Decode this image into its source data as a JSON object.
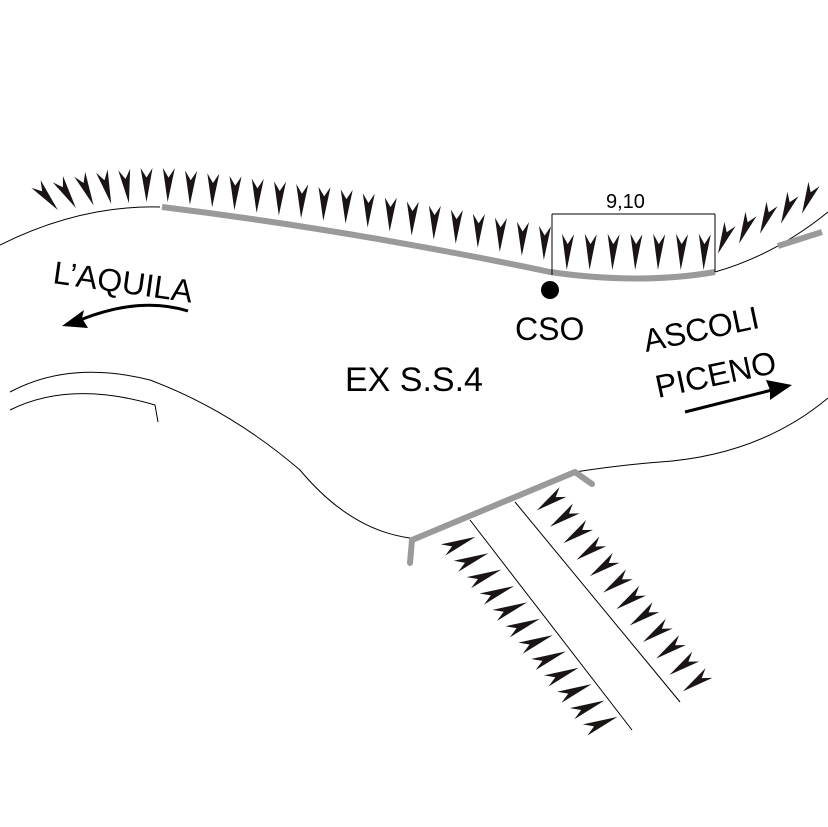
{
  "labels": {
    "laquila": "L’AQUILA",
    "ascoli": "ASCOLI",
    "piceno": "PICENO",
    "cso": "CSO",
    "road": "EX S.S.4",
    "dimension": "9,10"
  },
  "colors": {
    "guardrail": "#9a9a9a",
    "ink": "#000000",
    "tick": "#1a1414"
  }
}
